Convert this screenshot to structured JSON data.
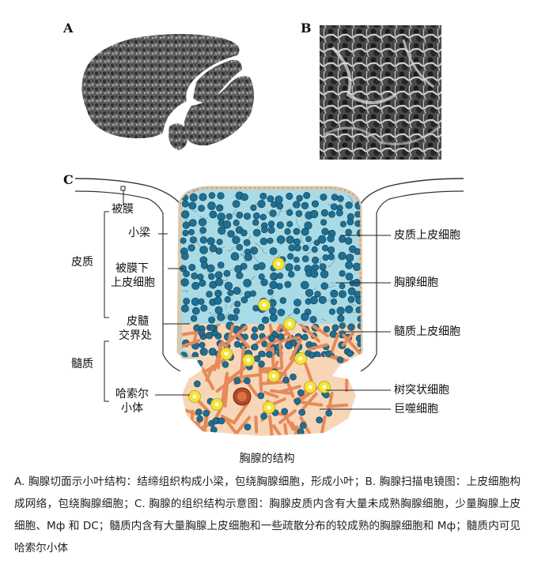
{
  "panels": {
    "a": "A",
    "b": "B",
    "c": "C"
  },
  "labels_left": {
    "capsule": "被膜",
    "cortex": "皮质",
    "trabecula": "小梁",
    "subcapsular_1": "被膜下",
    "subcapsular_2": "上皮细胞",
    "junction_1": "皮髓",
    "junction_2": "交界处",
    "medulla": "髓质",
    "hassall_1": "哈索尔",
    "hassall_2": "小体"
  },
  "labels_right": {
    "cortical_epithelial": "皮质上皮细胞",
    "thymocyte": "胸腺细胞",
    "medullary_epithelial": "髓质上皮细胞",
    "dendritic": "树突状细胞",
    "macrophage": "巨噬细胞"
  },
  "caption": {
    "title": "胸腺的结构",
    "body": "A. 胸腺切面示小叶结构：结缔组织构成小梁，包绕胸腺细胞，形成小叶；B. 胸腺扫描电镜图：上皮细胞构成网络，包绕胸腺细胞；C. 胸腺的组织结构示意图：胸腺皮质内含有大量未成熟胸腺细胞，少量胸腺上皮细胞、Mф 和 DC；髓质内含有大量胸腺上皮细胞和一些疏散分布的较成熟的胸腺细胞和 Mф；髓质内可见哈索尔小体"
  },
  "colors": {
    "cortex_fill": "#a9dbe6",
    "thymocyte": "#1f6f92",
    "medulla_cell": "#e58a5a",
    "yellow_cell": "#f3e33a",
    "capsule": "#f4ead8"
  }
}
